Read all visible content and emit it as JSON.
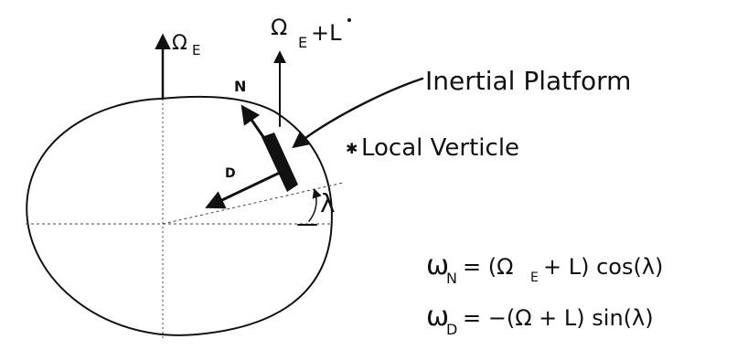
{
  "labels": {
    "omega_e": "Ω",
    "omega_e_sub": "E",
    "omega_e_plus_l_main": "Ω",
    "omega_e_plus_l_sub": "E",
    "omega_e_plus_l_tail": "+L",
    "n_axis": "N",
    "d_axis": "D",
    "inertial_platform": "Inertial Platform",
    "local_verticle": "Local Verticle",
    "lambda": "λ"
  },
  "equations": {
    "omega_n_lhs": "ω",
    "omega_n_sub": "N",
    "omega_n_rhs": "= (Ω",
    "omega_n_rhs_sub": "E",
    "omega_n_rhs_tail": "+ L) cos(λ)",
    "omega_d_lhs": "ω",
    "omega_d_sub": "D",
    "omega_d_rhs": "= −(Ω + L) sin(λ)"
  }
}
